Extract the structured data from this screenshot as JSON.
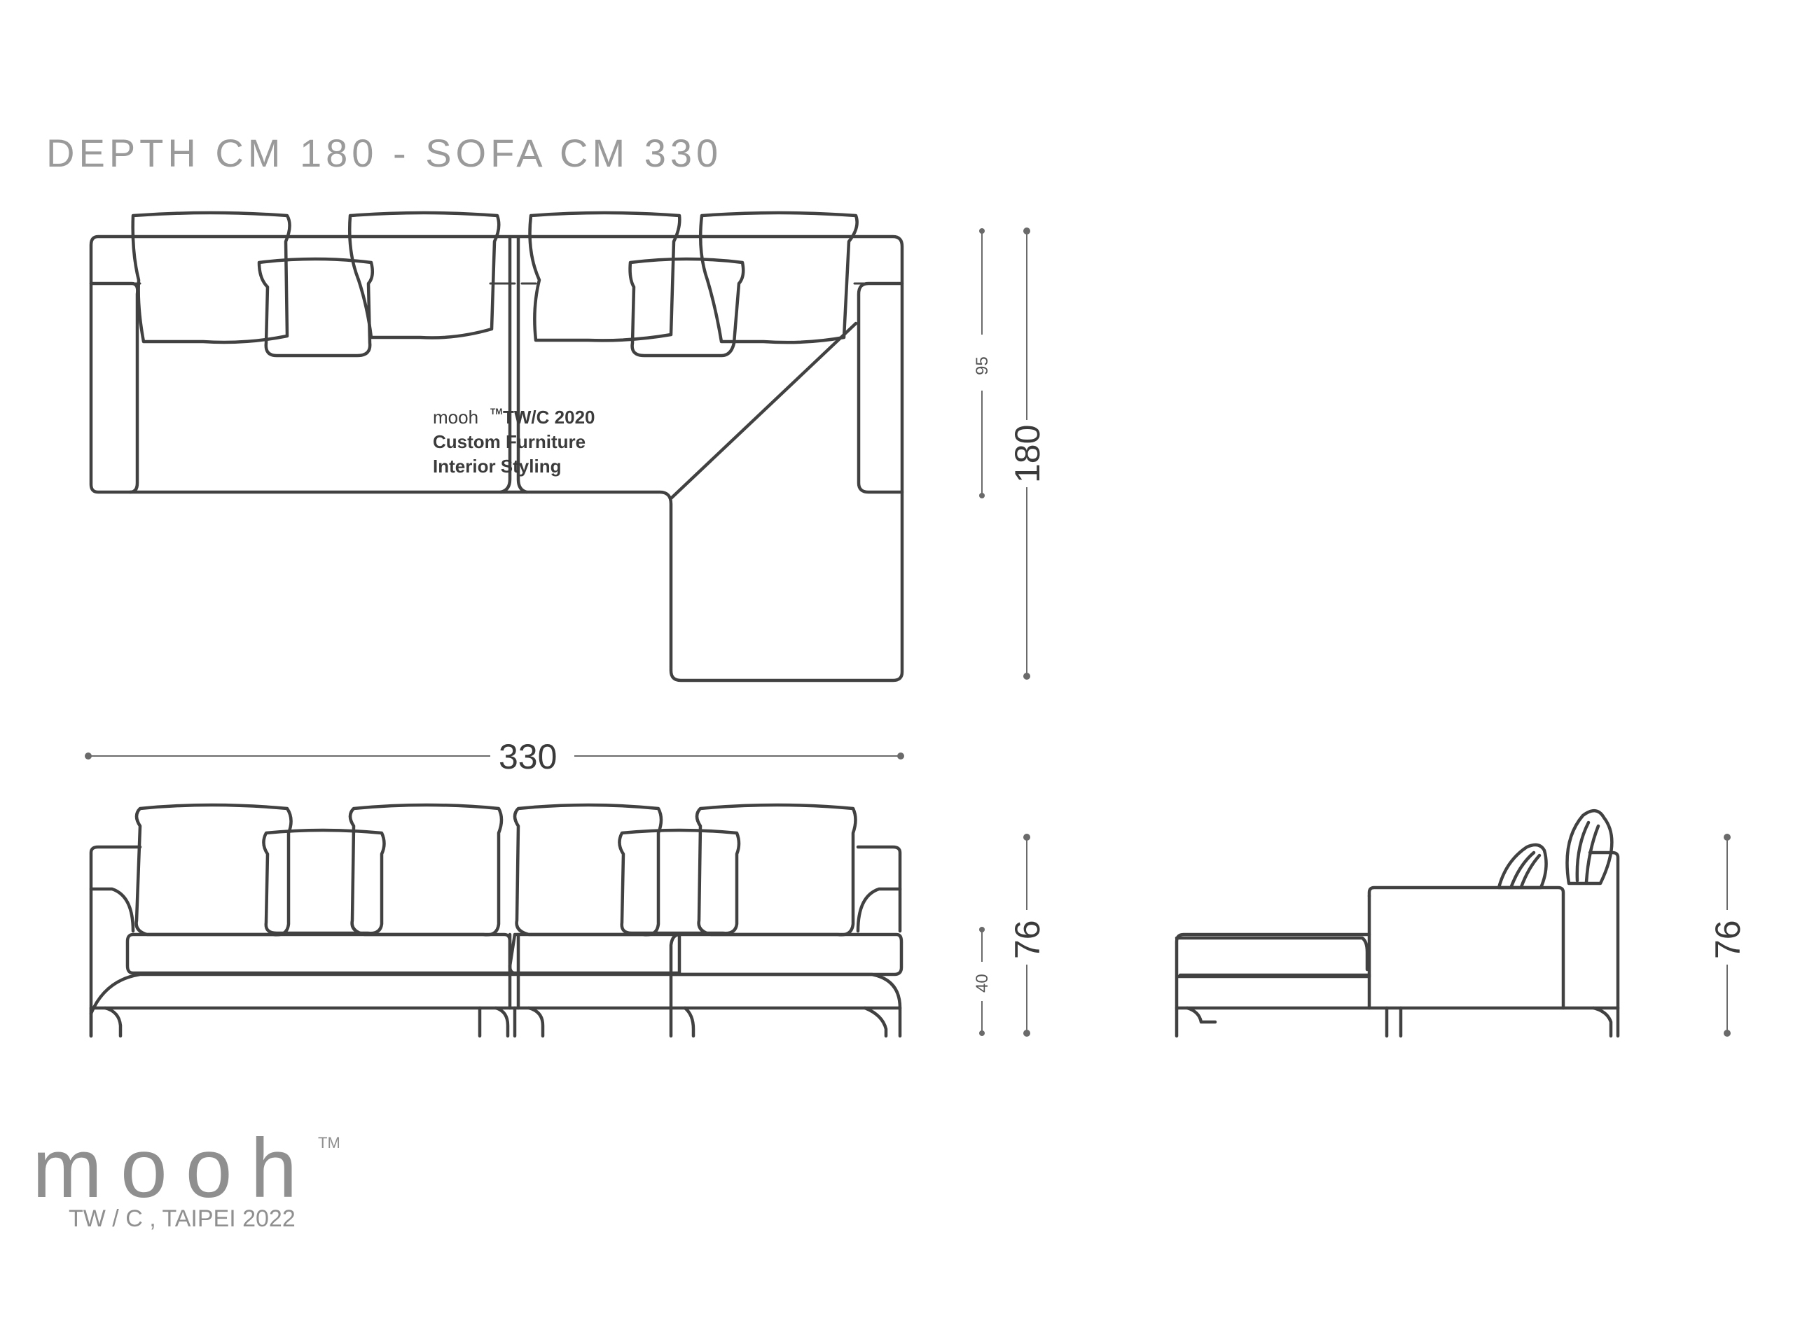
{
  "title": "DEPTH CM 180 - SOFA CM 330",
  "dimensions": {
    "width_total": "330",
    "depth_total": "180",
    "depth_seat": "95",
    "height_front": "76",
    "seat_height": "40",
    "height_side": "76"
  },
  "watermark": {
    "line1_brand": "mooh",
    "line1_tm": "TM",
    "line1_rest": "TW/C 2020",
    "line2": "Custom Furniture",
    "line3": "Interior Styling"
  },
  "brand": {
    "name": "mooh",
    "tm": "TM",
    "subtitle": "TW / C , TAIPEI 2022"
  },
  "colors": {
    "line": "#414141",
    "title": "#9a9a9a",
    "brand": "#8f8f8f"
  }
}
